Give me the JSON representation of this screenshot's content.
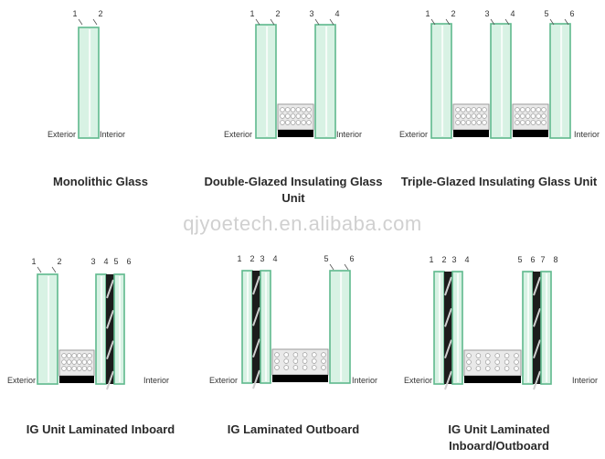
{
  "watermark": "qjyoetech.en.alibaba.com",
  "colors": {
    "glass_fill": "#d8f2e4",
    "glass_edge": "#5fb98d",
    "spacer_fill": "#e9e9e9",
    "sealant": "#000000",
    "laminate_dark": "#1c1c1c"
  },
  "panels": [
    {
      "id": "monolithic",
      "caption_lines": [
        "Monolithic Glass"
      ],
      "exterior_label": "Exterior",
      "interior_label": "Interior",
      "panes": [
        {
          "type": "glass",
          "surfaces": [
            "1",
            "2"
          ]
        }
      ]
    },
    {
      "id": "double-glazed",
      "caption_lines": [
        "Double-Glazed Insulating Glass",
        "Unit"
      ],
      "exterior_label": "Exterior",
      "interior_label": "Interior",
      "panes": [
        {
          "type": "glass",
          "surfaces": [
            "1",
            "2"
          ]
        },
        {
          "type": "spacer"
        },
        {
          "type": "glass",
          "surfaces": [
            "3",
            "4"
          ]
        }
      ]
    },
    {
      "id": "triple-glazed",
      "caption_lines": [
        "Triple-Glazed Insulating Glass Unit"
      ],
      "exterior_label": "Exterior",
      "interior_label": "Interior",
      "panes": [
        {
          "type": "glass",
          "surfaces": [
            "1",
            "2"
          ]
        },
        {
          "type": "spacer"
        },
        {
          "type": "glass",
          "surfaces": [
            "3",
            "4"
          ]
        },
        {
          "type": "spacer"
        },
        {
          "type": "glass",
          "surfaces": [
            "5",
            "6"
          ]
        }
      ]
    },
    {
      "id": "ig-laminated-inboard",
      "caption_lines": [
        "IG Unit Laminated Inboard"
      ],
      "exterior_label": "Exterior",
      "interior_label": "Interior",
      "panes": [
        {
          "type": "glass",
          "surfaces": [
            "1",
            "2"
          ]
        },
        {
          "type": "spacer"
        },
        {
          "type": "laminated",
          "surfaces": [
            "3",
            "4",
            "5",
            "6"
          ]
        }
      ]
    },
    {
      "id": "ig-laminated-outboard",
      "caption_lines": [
        "IG Laminated Outboard"
      ],
      "exterior_label": "Exterior",
      "interior_label": "Interior",
      "panes": [
        {
          "type": "laminated",
          "surfaces": [
            "1",
            "2",
            "3",
            "4"
          ]
        },
        {
          "type": "spacer"
        },
        {
          "type": "glass",
          "surfaces": [
            "5",
            "6"
          ]
        }
      ]
    },
    {
      "id": "ig-laminated-inboard-outboard",
      "caption_lines": [
        "IG Unit Laminated",
        "Inboard/Outboard"
      ],
      "exterior_label": "Exterior",
      "interior_label": "Interior",
      "panes": [
        {
          "type": "laminated",
          "surfaces": [
            "1",
            "2",
            "3",
            "4"
          ]
        },
        {
          "type": "spacer"
        },
        {
          "type": "laminated",
          "surfaces": [
            "5",
            "6",
            "7",
            "8"
          ]
        }
      ]
    }
  ]
}
